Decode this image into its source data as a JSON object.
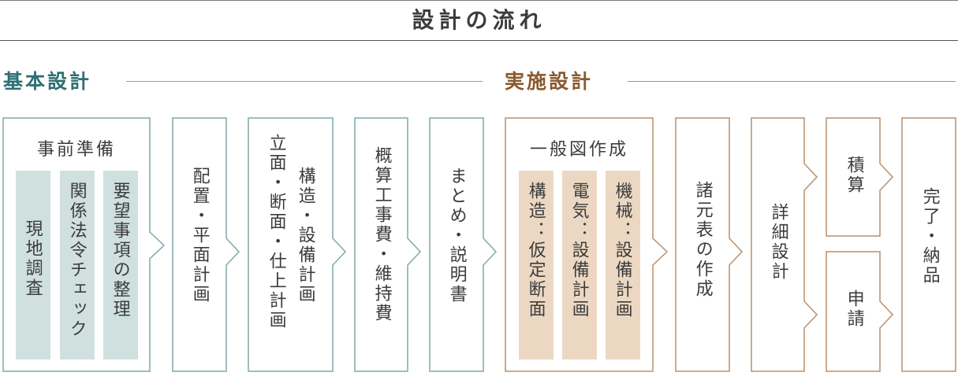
{
  "title": "設計の流れ",
  "sections": {
    "basic": "基本設計",
    "detailed": "実施設計"
  },
  "colors": {
    "teal": "#2e6f73",
    "brown": "#8a5a2f",
    "teal_border": "#7fa8a8",
    "brown_border": "#b98f6c",
    "teal_chip": "#cfe0df",
    "tan_chip": "#ecd8c2"
  },
  "steps": {
    "prep": {
      "heading": "事前準備",
      "items": [
        "現地調査",
        "関係法令チェック",
        "要望事項の整理"
      ]
    },
    "layout": "配置・平面計画",
    "elevation": {
      "col1": "立面・断面・仕上計画",
      "col2": "構造・設備計画"
    },
    "estimate": "概算工事費・維持費",
    "summary": "まとめ・説明書",
    "general": {
      "heading": "一般図作成",
      "items": [
        "構造：仮定断面",
        "電気：設備計画",
        "機械：設備計画"
      ]
    },
    "specs": "諸元表の作成",
    "detail": "詳細設計",
    "cost": "積算",
    "application": "申請",
    "completion": "完了・納品"
  }
}
